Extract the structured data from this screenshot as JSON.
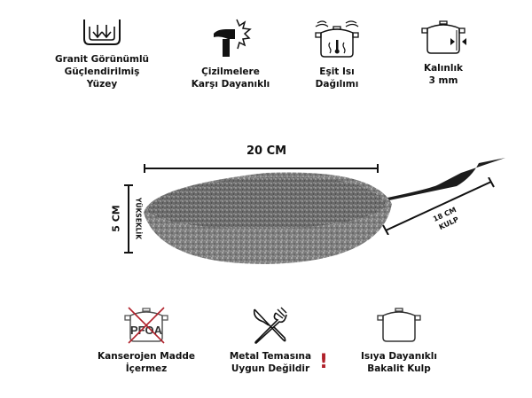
{
  "top_features": [
    {
      "icon": "granite-surface-icon",
      "line1": "Granit Görünümlü",
      "line2": "Güçlendirilmiş",
      "line3": "Yüzey"
    },
    {
      "icon": "hammer-impact-icon",
      "line1": "Çizilmelere",
      "line2": "Karşı Dayanıklı"
    },
    {
      "icon": "heat-distribution-pot-icon",
      "line1": "Eşit Isı",
      "line2": "Dağılımı"
    },
    {
      "icon": "thickness-pot-icon",
      "line1": "Kalınlık",
      "line2": "3 mm"
    }
  ],
  "dimensions": {
    "width_label": "20 CM",
    "height_value": "5 CM",
    "height_caption": "YÜKSEKLİK",
    "handle_value": "18 CM",
    "handle_caption": "KULP"
  },
  "bottom_features": [
    {
      "icon": "no-pfoa-icon",
      "icon_text": "PFOA",
      "line1": "Kanserojen Madde",
      "line2": "İçermez"
    },
    {
      "icon": "knife-fork-icon",
      "line1": "Metal Temasına",
      "line2": "Uygun Değildir",
      "warning": "!"
    },
    {
      "icon": "bakelite-pot-icon",
      "line1": "Isıya Dayanıklı",
      "line2": "Bakalit Kulp"
    }
  ],
  "colors": {
    "text": "#111111",
    "warning": "#b0202a",
    "pan_granite": "#8a8a8a",
    "handle": "#1c1c1c"
  }
}
